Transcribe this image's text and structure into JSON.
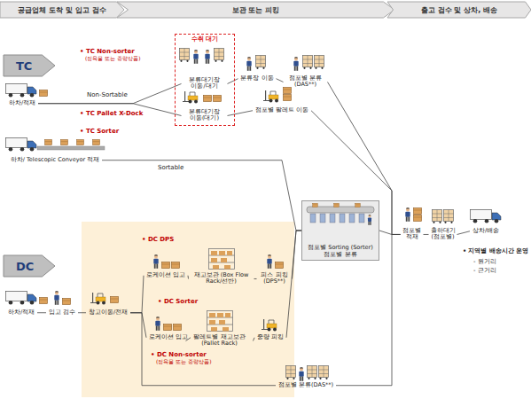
{
  "diagram": {
    "nodes": [
      {
        "text": [
          "공급업체 도착 및 입고 검수"
        ]
      },
      {
        "text": [
          "보관 또는 피킹"
        ]
      },
      {
        "text": [
          "출고 검수 및 상차, 배송"
        ]
      },
      {
        "text": [
          "TC"
        ]
      },
      {
        "text": [
          "하차/적재"
        ]
      },
      {
        "text": [
          "수취 대기"
        ]
      },
      {
        "text": [
          "분류대기장 이동/대기"
        ],
        "in": 5
      },
      {
        "text": [
          "분류대기장 이동(대기)"
        ],
        "in": 5
      },
      {
        "text": [
          "분류장 이동"
        ]
      },
      {
        "text": [
          "점포별 분류 (DAS**)"
        ]
      },
      {
        "text": [
          "점포별 팔레트 이동"
        ]
      },
      {
        "text": [
          "하차/ Telescopic Conveyor 적재"
        ]
      },
      {
        "text": [
          "점포별 Sorting (Sorter)",
          "점포별 분류"
        ]
      },
      {
        "text": [
          "DC"
        ]
      },
      {
        "text": [
          "하차/적재"
        ]
      },
      {
        "text": [
          "입고 검수"
        ]
      },
      {
        "text": [
          "창고이동/전재"
        ]
      },
      {
        "text": [
          "로케이션 입고"
        ]
      },
      {
        "text": [
          "재고보관 (Box Flow Rack/선반)"
        ]
      },
      {
        "text": [
          "피스 피킹 (DPS**)"
        ]
      },
      {
        "text": [
          "로케이션 입고"
        ]
      },
      {
        "text": [
          "팔레트별 재고보관 (Pallet Rack)"
        ]
      },
      {
        "text": [
          "중량 피킹"
        ]
      },
      {
        "text": [
          "점포별 분류(DAS**)"
        ]
      },
      {
        "text": [
          "점포별 적재"
        ]
      },
      {
        "text": [
          "출하대기 (점포별)"
        ]
      },
      {
        "text": [
          "상차/배송"
        ]
      }
    ],
    "edges": [
      {
        "from": 4,
        "to": 6,
        "arrow": "none"
      },
      {
        "from": 4,
        "to": 7,
        "arrow": "none"
      },
      {
        "from": 6,
        "to": 8,
        "arrow": "none"
      },
      {
        "from": 8,
        "to": 9,
        "arrow": "none"
      },
      {
        "from": 9,
        "to": 24,
        "arrow": "none"
      },
      {
        "from": 7,
        "to": 10,
        "arrow": "none"
      },
      {
        "from": 10,
        "to": 24,
        "arrow": "none"
      },
      {
        "from": 11,
        "to": 12,
        "arrow": "none"
      },
      {
        "from": 14,
        "to": 15,
        "arrow": "none"
      },
      {
        "from": 15,
        "to": 16,
        "arrow": "none"
      },
      {
        "from": 16,
        "to": 17,
        "arrow": "none"
      },
      {
        "from": 16,
        "to": 20,
        "arrow": "none"
      },
      {
        "from": 16,
        "to": 23,
        "arrow": "none"
      },
      {
        "from": 17,
        "to": 18,
        "arrow": "none"
      },
      {
        "from": 18,
        "to": 19,
        "arrow": "none"
      },
      {
        "from": 19,
        "to": 12,
        "arrow": "none"
      },
      {
        "from": 20,
        "to": 21,
        "arrow": "none"
      },
      {
        "from": 21,
        "to": 22,
        "arrow": "none"
      },
      {
        "from": 22,
        "to": 12,
        "arrow": "none"
      },
      {
        "from": 23,
        "to": 24,
        "arrow": "none"
      },
      {
        "from": 12,
        "to": 24,
        "arrow": "none"
      },
      {
        "from": 24,
        "to": 25,
        "arrow": "none"
      },
      {
        "from": 25,
        "to": 26,
        "arrow": "none"
      }
    ],
    "labels": [
      "• TC Non-sorter",
      "(정육물 또는 중량상품)",
      "Non-Sortable",
      "• TC Pallet X-Dock",
      "• TC Sorter",
      "Sortable",
      "• DC DPS",
      "• DC Sorter",
      "• DC Non-sorter",
      "(정육물 또는 중량상품)",
      "• 지역별 배송시간 운영",
      "- 원거리",
      "- 근거리"
    ]
  }
}
